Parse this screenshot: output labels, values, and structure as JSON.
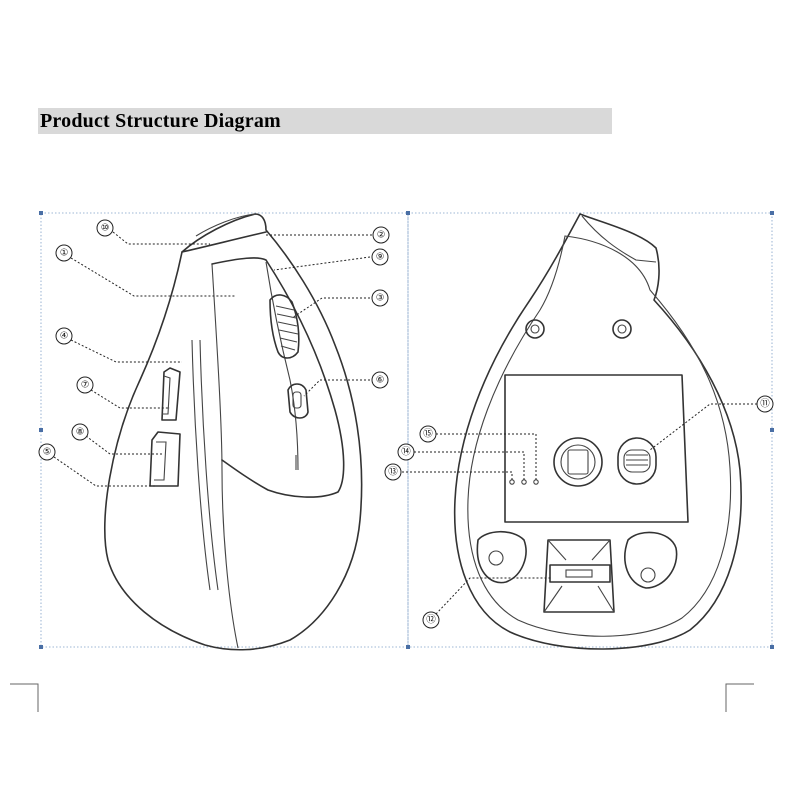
{
  "title": "Product Structure  Diagram",
  "callouts": [
    "①",
    "②",
    "③",
    "④",
    "⑤",
    "⑥",
    "⑦",
    "⑧",
    "⑨",
    "⑩",
    "⑪",
    "⑫",
    "⑬",
    "⑭",
    "⑮"
  ]
}
